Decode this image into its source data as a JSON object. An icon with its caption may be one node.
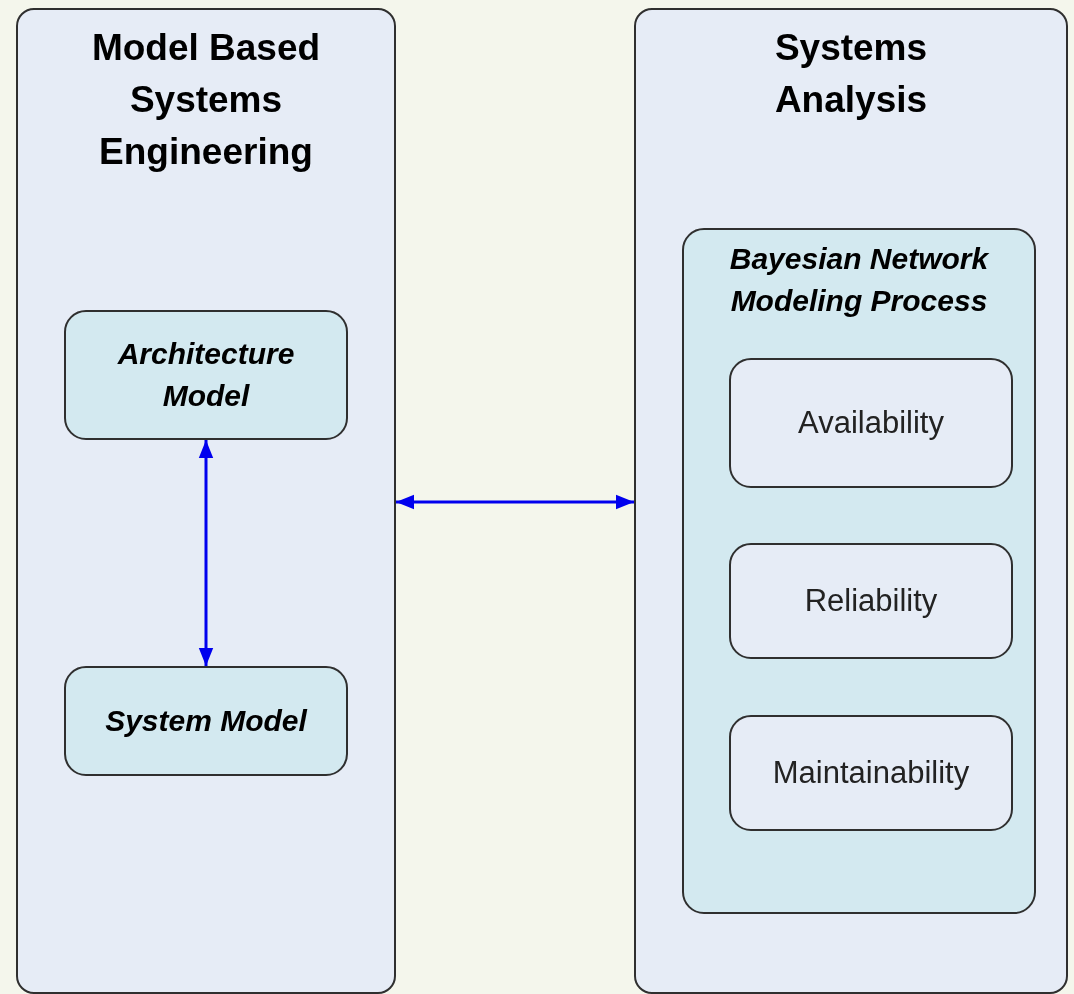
{
  "diagram": {
    "nodes": [
      {
        "text": [
          "Model Based Systems Engineering"
        ]
      },
      {
        "text": [
          "Architecture Model"
        ],
        "in": 0
      },
      {
        "text": [
          "System Model"
        ],
        "in": 0
      },
      {
        "text": [
          "Systems Analysis"
        ]
      },
      {
        "text": [
          "Bayesian Network Modeling Process"
        ],
        "in": 3
      },
      {
        "text": [
          "Availability"
        ],
        "in": 4
      },
      {
        "text": [
          "Reliability"
        ],
        "in": 4
      },
      {
        "text": [
          "Maintainability"
        ],
        "in": 4
      }
    ],
    "edges": [
      {
        "from": 1,
        "to": 2,
        "arrow": "both"
      },
      {
        "from": 0,
        "to": 3,
        "arrow": "both"
      }
    ]
  }
}
